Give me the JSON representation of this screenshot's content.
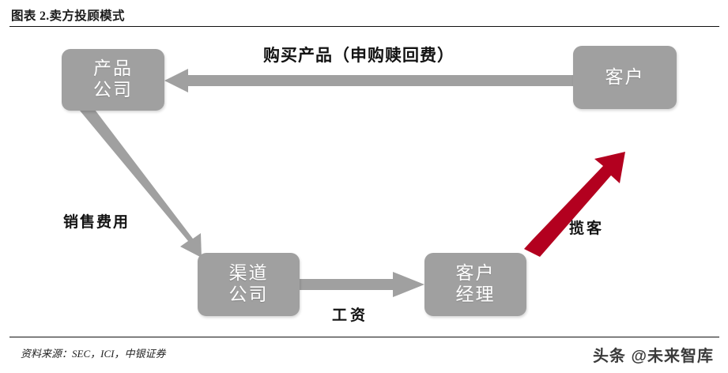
{
  "figure": {
    "title": "图表 2.卖方投顾模式",
    "source_note": "资料来源：SEC，ICI，中银证券",
    "watermark": "头条 @未来智库"
  },
  "colors": {
    "node_fill": "#a0a0a0",
    "node_text": "#ffffff",
    "gray_arrow": "#a0a0a0",
    "red_arrow": "#b3001f",
    "rule": "#111111",
    "label_text": "#131313",
    "background": "#ffffff"
  },
  "nodes": [
    {
      "id": "product",
      "lines": [
        "产品",
        "公司"
      ]
    },
    {
      "id": "customer",
      "lines": [
        "客户"
      ]
    },
    {
      "id": "channel",
      "lines": [
        "渠道",
        "公司"
      ]
    },
    {
      "id": "manager",
      "lines": [
        "客户",
        "经理"
      ]
    }
  ],
  "edges": [
    {
      "id": "purchase",
      "label": "购买产品（申购赎回费）",
      "from": "customer",
      "to": "product",
      "color": "gray",
      "direction": "left"
    },
    {
      "id": "sales",
      "label": "销售费用",
      "from": "product",
      "to": "channel",
      "color": "gray",
      "direction": "down-right"
    },
    {
      "id": "salary",
      "label": "工资",
      "from": "channel",
      "to": "manager",
      "color": "gray",
      "direction": "right"
    },
    {
      "id": "acquire",
      "label": "揽客",
      "from": "manager",
      "to": "customer",
      "color": "red",
      "direction": "up-right"
    }
  ]
}
